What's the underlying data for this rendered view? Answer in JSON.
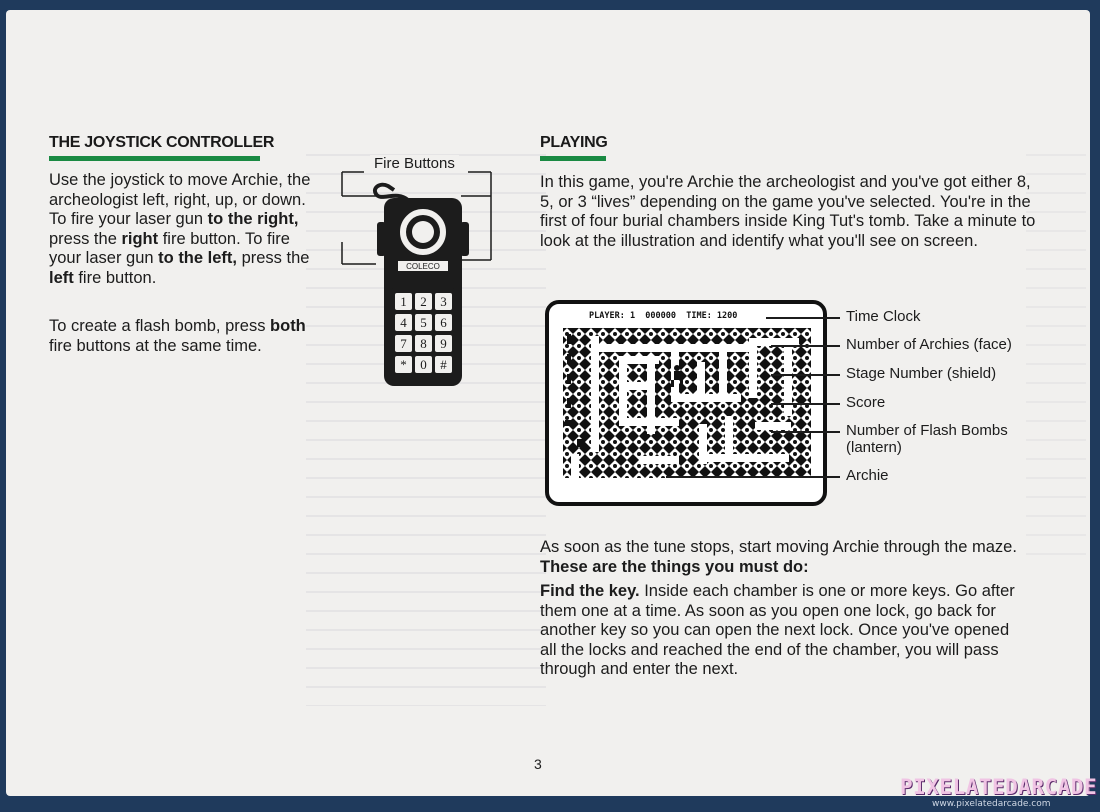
{
  "left": {
    "heading": "THE JOYSTICK CONTROLLER",
    "para1": {
      "pre1": "Use the joystick to move Archie, the archeologist left, right, up, or down. To fire your laser gun ",
      "b1": "to the right,",
      "mid1": " press the ",
      "b2": "right",
      "mid2": " fire button. To fire your laser gun ",
      "b3": "to the left,",
      "mid3": " press the ",
      "b4": "left",
      "post": " fire button."
    },
    "para2": {
      "pre": "To create a flash bomb, press ",
      "b": "both",
      "post": " fire buttons at the same time."
    },
    "controller": {
      "label": "Fire Buttons",
      "brand": "COLECO",
      "keys": [
        "1",
        "2",
        "3",
        "4",
        "5",
        "6",
        "7",
        "8",
        "9",
        "*",
        "0",
        "#"
      ]
    }
  },
  "right": {
    "heading": "PLAYING",
    "intro": "In this game, you're Archie the archeologist and you've got either 8, 5, or 3 “lives” depending on the game you've selected. You're in the first of four burial chambers inside King Tut's tomb. Take a minute to look at the illustration and identify what you'll see on screen.",
    "screen_header": "PLAYER: 1  000000  TIME: 1200",
    "callouts": [
      "Time Clock",
      "Number of Archies (face)",
      "Stage Number (shield)",
      "Score",
      "Number of Flash Bombs",
      "(lantern)",
      "Archie"
    ],
    "para_tune": {
      "pre": "As soon as the tune stops, start moving Archie through the maze. ",
      "b": "These are the things you must do:"
    },
    "para_key": {
      "b": "Find the key.",
      "post": " Inside each chamber is one or more keys. Go after them one at a time. As soon as you open one lock, go back for another key so you can open the next lock. Once you've opened all the locks and reached the end of the chamber, you will pass through and enter the next."
    }
  },
  "page_number": "3",
  "watermark": {
    "brand": "PIXELATEDARCADE",
    "url": "www.pixelatedarcade.com"
  }
}
